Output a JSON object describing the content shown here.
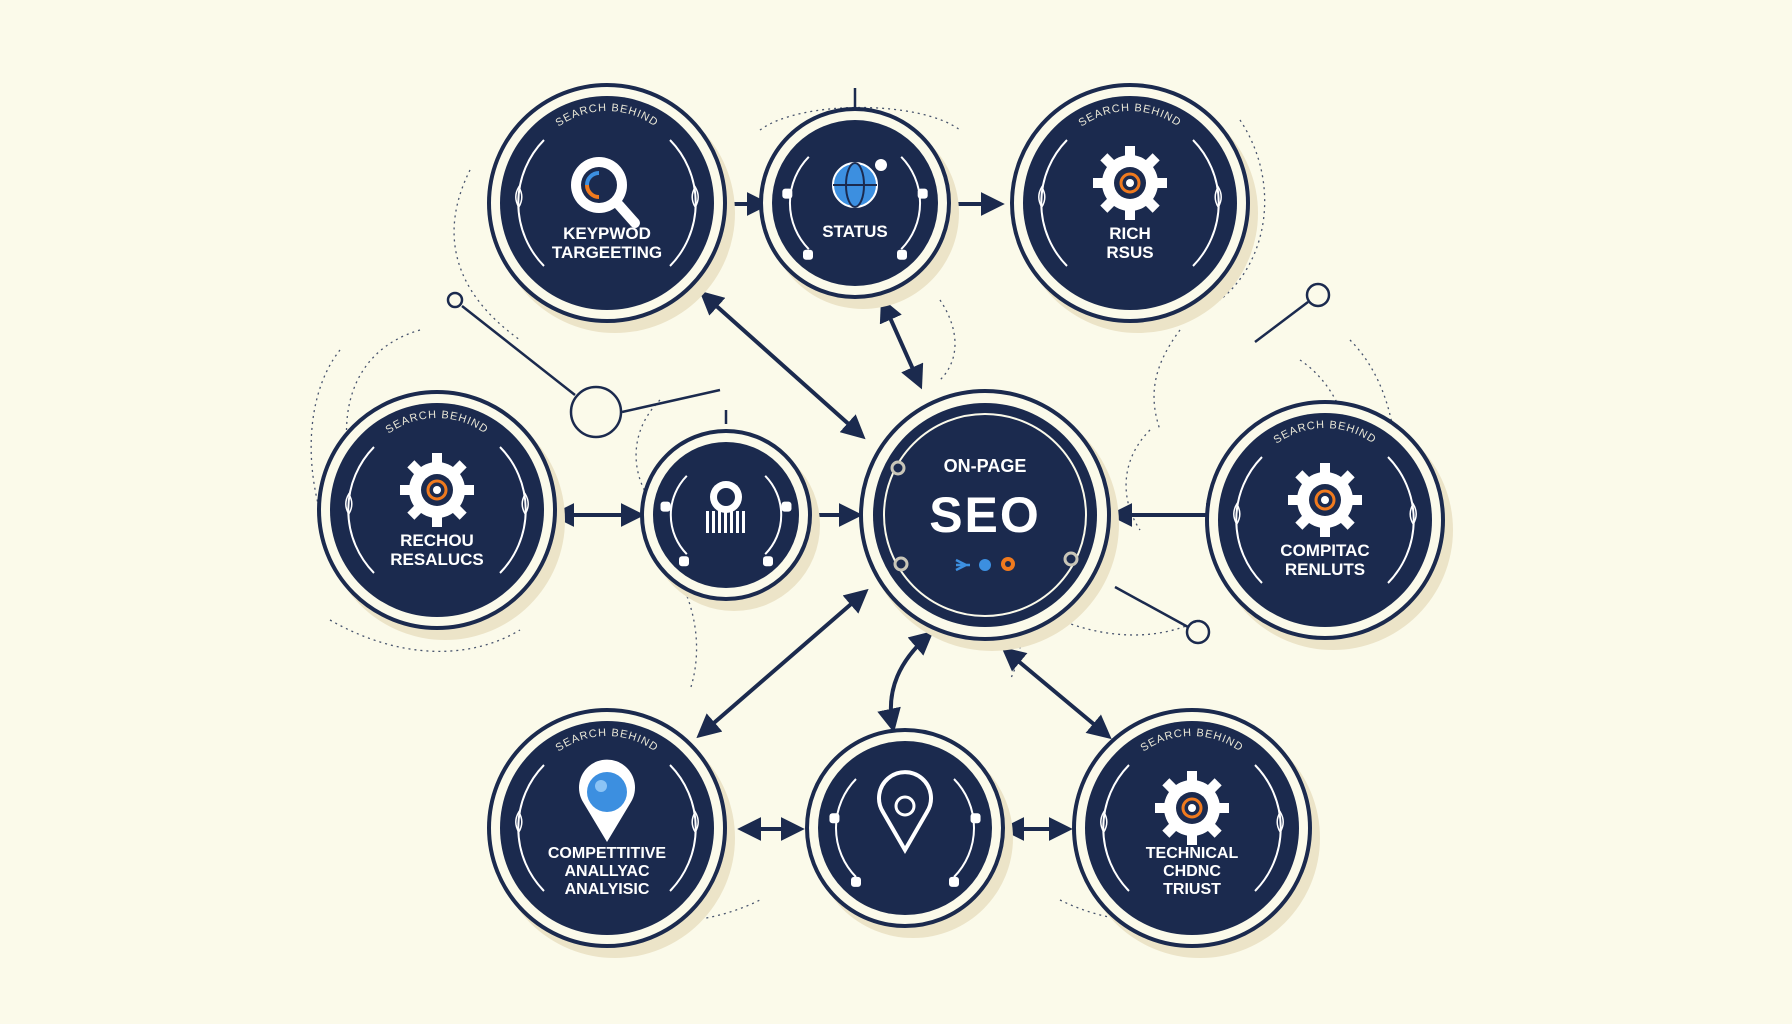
{
  "diagram": {
    "center": {
      "kicker": "ON-PAGE",
      "title": "SEO"
    },
    "nodes": [
      {
        "id": "keyword",
        "arc_text": "SEARCH BEHIND",
        "label_lines": [
          "KEYPWOD",
          "TARGEETING"
        ],
        "icon": "magnifier-icon"
      },
      {
        "id": "stats",
        "arc_text": "",
        "label_lines": [
          "STATUS"
        ],
        "icon": "globe-icon"
      },
      {
        "id": "rich",
        "arc_text": "SEARCH BEHIND",
        "label_lines": [
          "RICH",
          "RSUS"
        ],
        "icon": "gear-icon"
      },
      {
        "id": "research",
        "arc_text": "SEARCH BEHIND",
        "label_lines": [
          "RECHOU",
          "RESALUCS"
        ],
        "icon": "gear-icon"
      },
      {
        "id": "user",
        "arc_text": "",
        "label_lines": [],
        "icon": "user-icon"
      },
      {
        "id": "compitac",
        "arc_text": "SEARCH BEHIND",
        "label_lines": [
          "COMPITAC",
          "RENLUTS"
        ],
        "icon": "gear-icon"
      },
      {
        "id": "competitive",
        "arc_text": "SEARCH BEHIND",
        "label_lines": [
          "COMPETTITIVE",
          "ANALLYAC",
          "ANALYISIC"
        ],
        "icon": "location-pin-icon"
      },
      {
        "id": "location",
        "arc_text": "",
        "label_lines": [],
        "icon": "map-pin-icon"
      },
      {
        "id": "technical",
        "arc_text": "SEARCH BEHIND",
        "label_lines": [
          "TECHNICAL",
          "CHDNC",
          "TRIUST"
        ],
        "icon": "gear-icon"
      }
    ]
  },
  "colors": {
    "background": "#fbfaea",
    "navy": "#1b2a4e",
    "accent_orange": "#f07a1e",
    "accent_blue": "#3c8fe0",
    "shadow": "#ece4c8"
  }
}
